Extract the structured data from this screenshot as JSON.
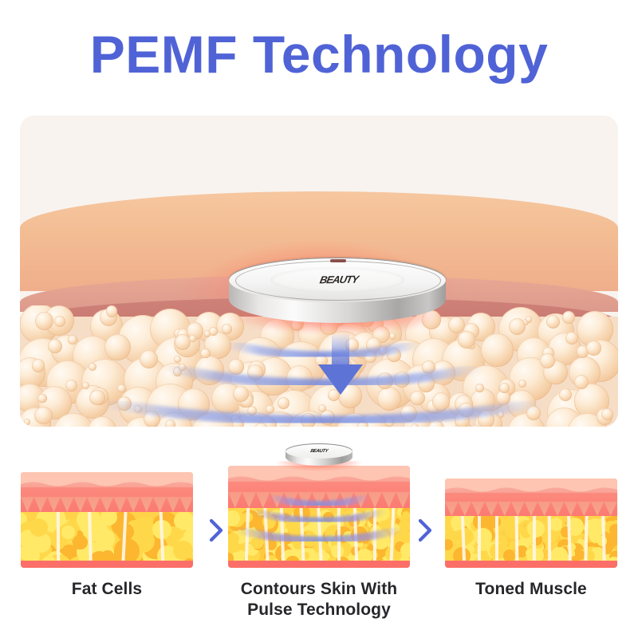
{
  "page": {
    "title": "PEMF Technology",
    "title_color": "#5063d6",
    "background": "#ffffff"
  },
  "hero": {
    "name": "pemf-skin-cross-section",
    "panel_background": "#f7f2ee",
    "layers": [
      {
        "name": "epidermis",
        "color": "#f3bc93"
      },
      {
        "name": "dermis-upper",
        "color": "#e1a092"
      },
      {
        "name": "dermis-lower",
        "color": "#c97b73"
      },
      {
        "name": "subcutaneous-fat",
        "color": "#f6ddc6"
      }
    ],
    "device": {
      "name": "pemf-device",
      "logo_text": "BEAUTY",
      "body_color": "#e3e2e1",
      "glow_color": "#ff5c4e"
    },
    "arrow": {
      "name": "energy-arrow",
      "color": "#5d73d6"
    },
    "waves": {
      "name": "pulse-waves",
      "color": "#7f95e8"
    }
  },
  "steps": [
    {
      "id": "fat-cells",
      "label": "Fat Cells",
      "has_device": false,
      "has_pulse": false,
      "skin_color": "#fb7a72",
      "fat_color": "#ffd34a"
    },
    {
      "id": "contours-skin",
      "label": "Contours Skin With\nPulse Technology",
      "label_line1": "Contours Skin With",
      "label_line2": "Pulse Technology",
      "has_device": true,
      "has_pulse": true,
      "skin_color": "#fb7a72",
      "fat_color": "#ffd34a",
      "device_logo_text": "BEAUTY",
      "pulse_color": "#8a7fd4"
    },
    {
      "id": "toned-muscle",
      "label": "Toned Muscle",
      "has_device": false,
      "has_pulse": false,
      "skin_color": "#fb7a72",
      "fat_color": "#ffd34a"
    }
  ],
  "separators": [
    {
      "id": "chevron-1",
      "glyph": "chevron-right",
      "color": "#5063d6"
    },
    {
      "id": "chevron-2",
      "glyph": "chevron-right",
      "color": "#5063d6"
    }
  ]
}
